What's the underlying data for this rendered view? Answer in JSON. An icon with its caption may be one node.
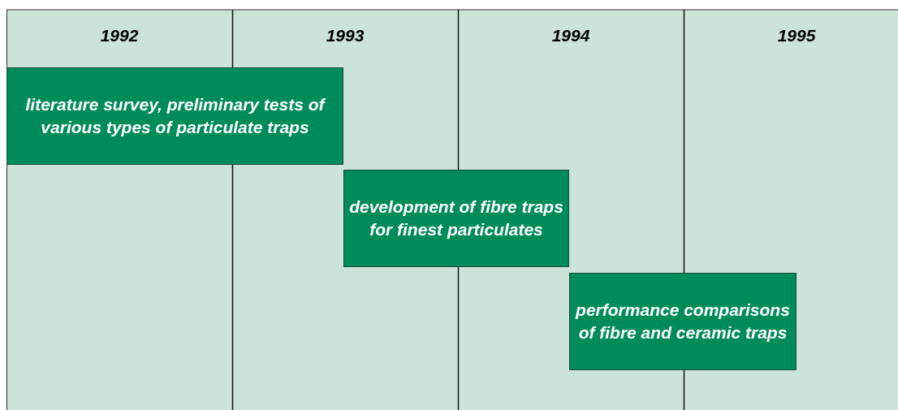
{
  "diagram": {
    "nodes": [
      {
        "text": [
          "literature survey, preliminary tests of various types of particulate traps"
        ]
      },
      {
        "text": [
          "development of fibre traps for finest particulates"
        ]
      },
      {
        "text": [
          "performance comparisons of fibre and ceramic traps"
        ]
      }
    ],
    "labels": [
      "1992",
      "1993",
      "1994",
      "1995"
    ]
  }
}
